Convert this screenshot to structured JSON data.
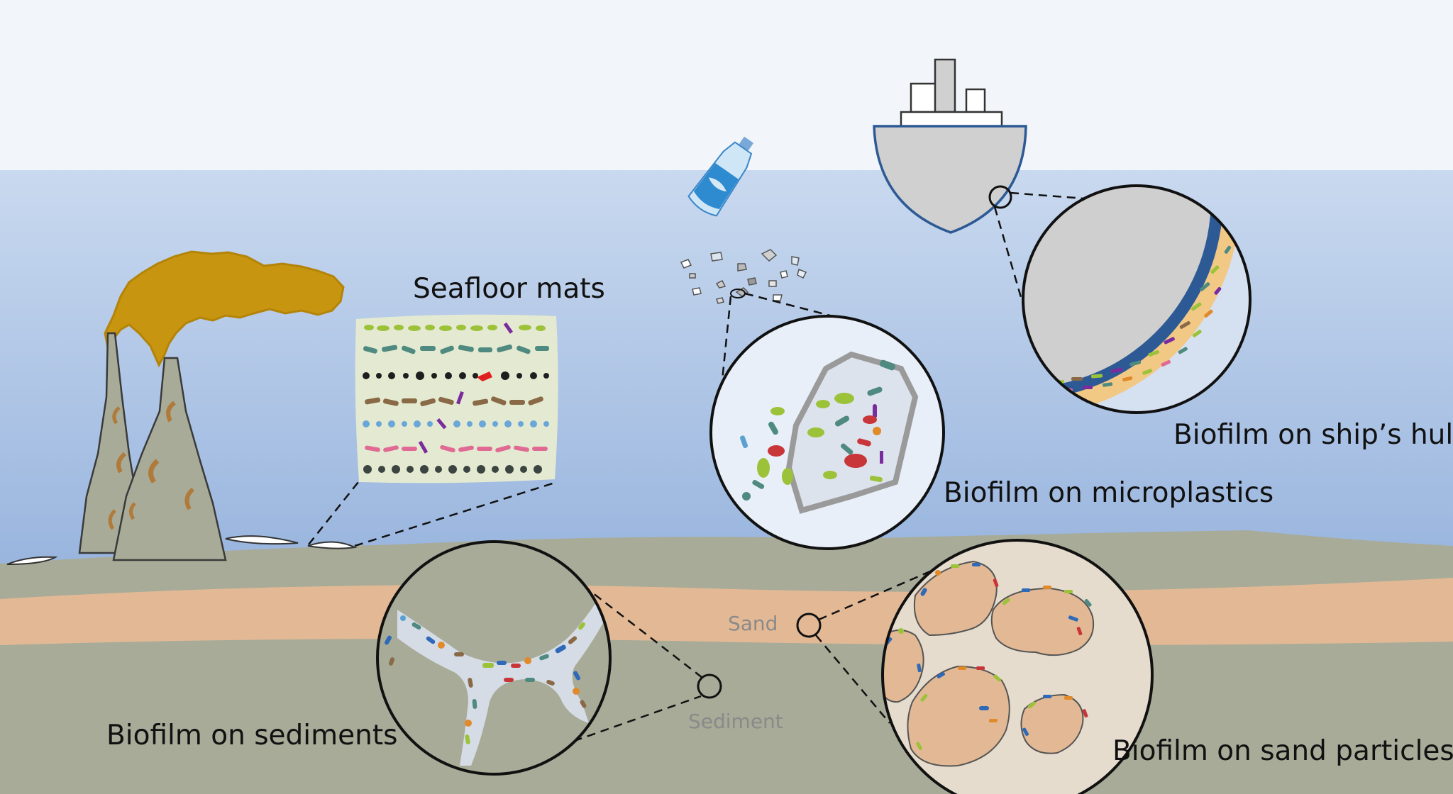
{
  "labels": {
    "seafloor_mats": "Seafloor mats",
    "microplastics": "Biofilm on microplastics",
    "ship_hull": "Biofilm on ship’s hull",
    "sediments": "Biofilm on sediments",
    "sand_particles": "Biofilm on sand particles",
    "sand": "Sand",
    "sediment": "Sediment"
  },
  "colors": {
    "sky": "#f2f6fa",
    "sea_top": "#c8d8ef",
    "sea_bottom": "#9cb7df",
    "seafloor": "#a7ab98",
    "sand_layer": "#e3b995",
    "plume": "#c79510",
    "hull_stripe": "#2d5a95",
    "biofilm_matrix": "#f2c885",
    "outline": "#111111"
  },
  "icons": [
    "hydrothermal-vent-icon",
    "ship-icon",
    "plastic-bottle-icon",
    "microplastic-fragments-icon"
  ]
}
